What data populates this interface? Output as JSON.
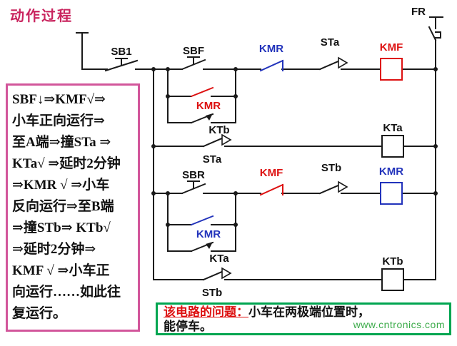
{
  "title": "动作过程",
  "watermark": "www.cntronics.com",
  "process_box": {
    "text": "SBF↓⇒KMF√⇒\n小车正向运行⇒\n至A端⇒撞STa ⇒\nKTa√ ⇒延时2分钟\n⇒KMR √ ⇒小车\n反向运行⇒至B端\n⇒撞STb⇒ KTb√\n⇒延时2分钟⇒\nKMF √ ⇒小车正\n向运行……如此往\n复运行。"
  },
  "problem_box": {
    "label": "该电路的问题：",
    "text_line1": "小车在两极端位置时，",
    "text_line2": "能停车。"
  },
  "circuit": {
    "colors": {
      "kmf": "#dd1111",
      "kmr": "#2233bb",
      "wire": "#1a1a1a",
      "process_border": "#d2569b",
      "problem_border": "#00a550",
      "title": "#c9245e",
      "watermark": "#3cab4a"
    },
    "components": {
      "fr": "FR",
      "sb1": "SB1",
      "rung1": {
        "button": "SBF",
        "interlock": "KMR",
        "limit": "STa",
        "coil": "KMF",
        "hold": "KMR",
        "timed": "KTb"
      },
      "rung2": {
        "limit": "STa",
        "coil": "KTa"
      },
      "rung3": {
        "button": "SBR",
        "interlock": "KMF",
        "limit": "STb",
        "coil": "KMR",
        "hold": "KMR",
        "timed": "KTa"
      },
      "rung4": {
        "limit": "STb",
        "coil": "KTb"
      }
    }
  }
}
